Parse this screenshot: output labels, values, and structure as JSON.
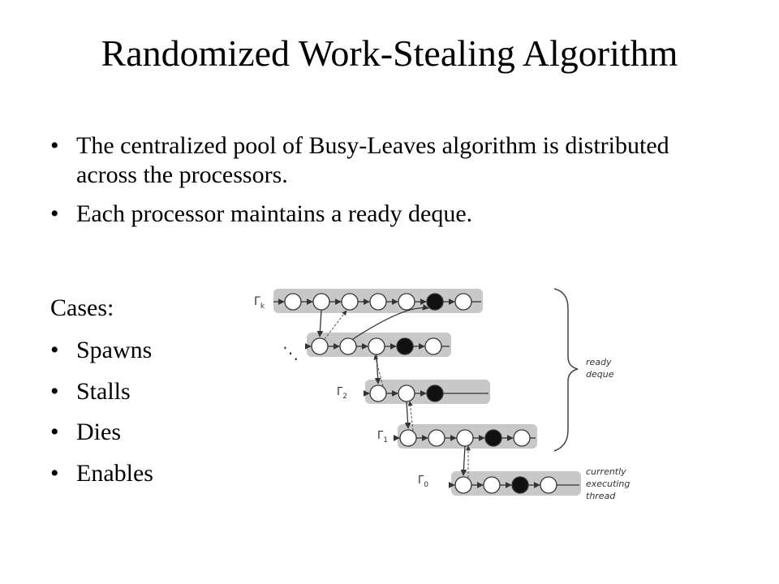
{
  "slide": {
    "title": "Randomized Work-Stealing Algorithm",
    "bullets": [
      "The centralized pool of Busy-Leaves algorithm is distributed across the processors.",
      "Each processor maintains a ready deque."
    ],
    "cases_label": "Cases:",
    "cases": [
      "Spawns",
      "Stalls",
      "Dies",
      "Enables"
    ]
  },
  "diagram": {
    "rows": [
      {
        "label": "Γ",
        "sub": "k",
        "filled_node": 6,
        "node_count": 7
      },
      {
        "label": "⋱",
        "sub": "",
        "filled_node": 4,
        "node_count": 5
      },
      {
        "label": "Γ",
        "sub": "2",
        "filled_node": 3,
        "node_count": 3
      },
      {
        "label": "Γ",
        "sub": "1",
        "filled_node": 4,
        "node_count": 5
      },
      {
        "label": "Γ",
        "sub": "0",
        "filled_node": 3,
        "node_count": 4
      }
    ],
    "brace_label": [
      "ready",
      "deque"
    ],
    "current_label": [
      "currently",
      "executing",
      "thread"
    ]
  }
}
